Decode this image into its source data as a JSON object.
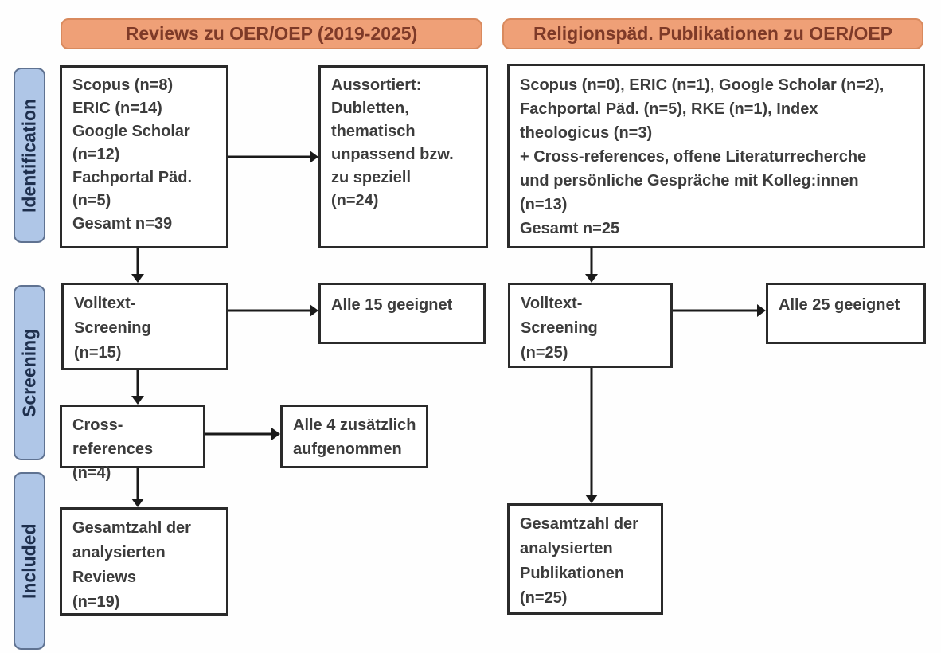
{
  "diagram": {
    "type": "prisma-flow",
    "stages": [
      "Identification",
      "Screening",
      "Included"
    ],
    "columns": {
      "left": {
        "banner": "Reviews zu OER/OEP (2019-2025)",
        "sources": "Scopus (n=8)\nERIC (n=14)\nGoogle Scholar\n(n=12)\nFachportal Päd.\n(n=5)\nGesamt n=39",
        "excluded": "Aussortiert:\nDubletten,\nthematisch\nunpassend bzw.\nzu speziell\n(n=24)",
        "fulltext_screening": "Volltext-\nScreening\n(n=15)",
        "fulltext_result": "Alle 15 geeignet",
        "cross_references": "Cross-references\n(n=4)",
        "cross_references_result": "Alle 4 zusätzlich\naufgenommen",
        "included_total": "Gesamtzahl der\nanalysierten\nReviews\n(n=19)"
      },
      "right": {
        "banner": "Religionspäd. Publikationen zu OER/OEP",
        "sources": "Scopus (n=0), ERIC (n=1), Google Scholar (n=2),\nFachportal Päd. (n=5), RKE (n=1), Index\ntheologicus (n=3)\n+ Cross-references, offene Literaturrecherche\nund persönliche Gespräche mit Kolleg:innen\n(n=13)\nGesamt n=25",
        "fulltext_screening": "Volltext-\nScreening\n(n=25)",
        "fulltext_result": "Alle 25 geeignet",
        "included_total": "Gesamtzahl der\nanalysierten\nPublikationen\n(n=25)"
      }
    },
    "colors": {
      "banner_fill": "#efa077",
      "banner_border": "#d98a5e",
      "banner_text": "#7e3a28",
      "stage_fill": "#afc6e7",
      "stage_border": "#5f7291",
      "stage_text": "#1e2f4d",
      "box_border": "#2a2a2a",
      "box_text": "#3c3c3c",
      "arrow": "#1a1a1a",
      "background": "#ffffff"
    }
  }
}
